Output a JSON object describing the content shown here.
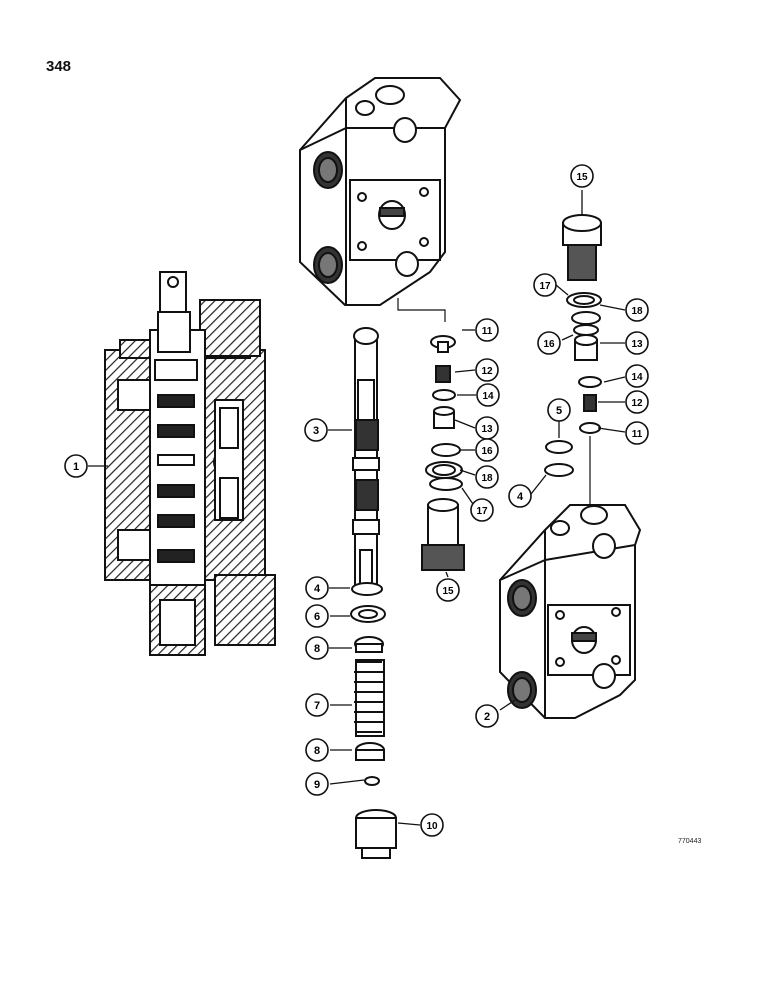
{
  "page_number": "348",
  "figure_code": "770443",
  "callouts": {
    "c1": "1",
    "c2": "2",
    "c3": "3",
    "c4a": "4",
    "c4b": "4",
    "c5": "5",
    "c6": "6",
    "c7": "7",
    "c8a": "8",
    "c8b": "8",
    "c9": "9",
    "c10": "10",
    "c11a": "11",
    "c11b": "11",
    "c12a": "12",
    "c12b": "12",
    "c13a": "13",
    "c13b": "13",
    "c14a": "14",
    "c14b": "14",
    "c15a": "15",
    "c15b": "15",
    "c16a": "16",
    "c16b": "16",
    "c17a": "17",
    "c17b": "17",
    "c18a": "18",
    "c18b": "18"
  }
}
